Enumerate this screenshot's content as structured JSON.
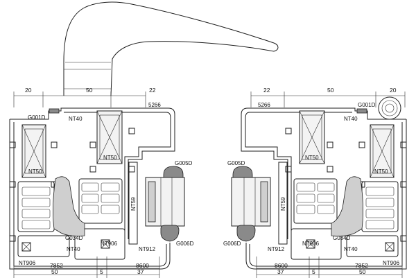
{
  "left": {
    "dims_top": [
      "20",
      "50",
      "22"
    ],
    "dims_bottom": [
      "7852",
      "50",
      "5",
      "8600",
      "37"
    ],
    "labels": {
      "g001d": "G001D",
      "nt40_top": "NT40",
      "p5266": "5266",
      "nt50_a": "NT50",
      "nt50_b": "NT50",
      "g005d": "G005D",
      "nt59": "NT59",
      "g034d": "G034D",
      "nt906_a": "NT906",
      "nt40_bot": "NT40",
      "nt912": "NT912",
      "g006d": "G006D",
      "nt906_b": "NT906"
    }
  },
  "right": {
    "dims_top": [
      "22",
      "50",
      "20"
    ],
    "dims_bottom": [
      "8600",
      "5",
      "7852",
      "37",
      "50"
    ],
    "labels": {
      "p5266": "5266",
      "g001d": "G001D",
      "nt40_top": "NT40",
      "g005d": "G005D",
      "nt50_a": "NT50",
      "nt50_b": "NT50",
      "nt59": "NT59",
      "g006d": "G006D",
      "nt912": "NT912",
      "nt906_a": "NT906",
      "g034d": "G034D",
      "nt40_bot": "NT40",
      "nt906_b": "NT906"
    }
  }
}
